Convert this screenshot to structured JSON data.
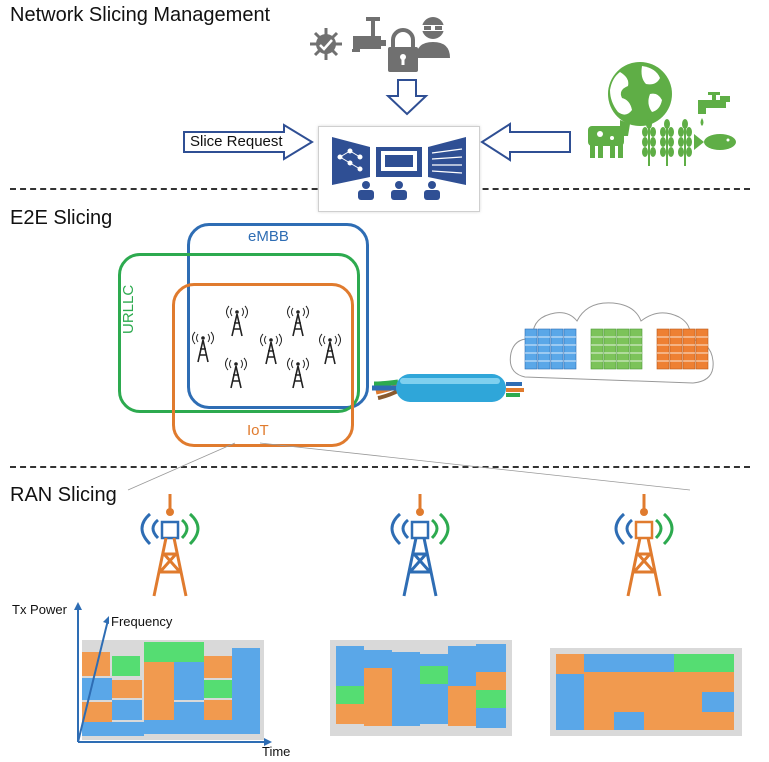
{
  "sections": {
    "management_title": "Network Slicing Management",
    "e2e_title": "E2E Slicing",
    "ran_title": "RAN Slicing"
  },
  "management": {
    "slice_request_label": "Slice Request"
  },
  "e2e": {
    "embb_label": "eMBB",
    "urllc_label": "URLLC",
    "iot_label": "IoT"
  },
  "ran": {
    "tx_power_label": "Tx Power",
    "frequency_label": "Frequency",
    "time_label": "Time"
  },
  "colors": {
    "embb": "#2e6db4",
    "urllc": "#2daa4f",
    "iot": "#e07b2e",
    "mgmt_blue": "#2f4f94",
    "green_icon": "#5fae46",
    "grey_icon": "#707070",
    "block_blue": "#5aa7e8",
    "block_green": "#55dd72",
    "block_orange": "#f19a4f"
  }
}
